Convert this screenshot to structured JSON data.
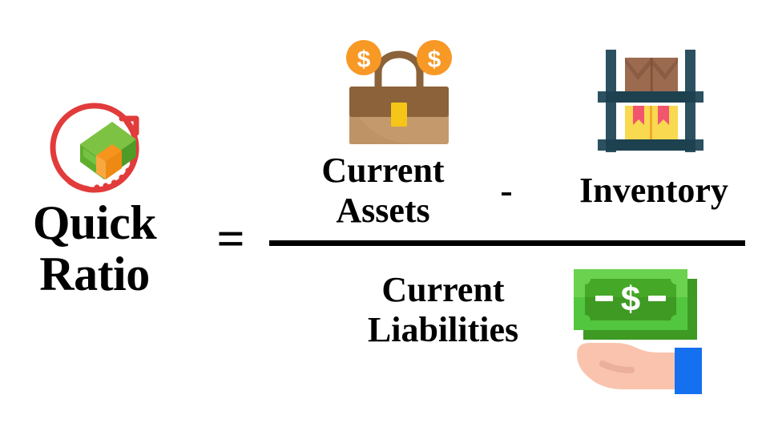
{
  "formula": {
    "name": "Quick Ratio",
    "left_label_lines": [
      "Quick",
      "Ratio"
    ],
    "equals": "=",
    "minus": "-",
    "numerator": {
      "term_one_lines": [
        "Current",
        "Assets"
      ],
      "operator": "-",
      "term_two": "Inventory"
    },
    "denominator": {
      "lines": [
        "Current",
        "Liabilities"
      ]
    }
  },
  "icons": {
    "money_roll": {
      "name": "money-roll-icon",
      "arrow_color": "#E23B3B",
      "bill_light": "#7DC242",
      "bill_mid": "#64B12F",
      "bill_dark": "#4E9B26",
      "band_color": "#F7941E"
    },
    "briefcase": {
      "name": "briefcase-with-coins-icon",
      "coin_color": "#F7941E",
      "coin_symbol": "$",
      "case_top": "#8B6239",
      "case_bottom": "#C49A6C",
      "clasp_color": "#F5C518",
      "handle_color": "#8B6239"
    },
    "inventory_shelf": {
      "name": "inventory-shelf-icon",
      "frame_color": "#2B5160",
      "frame_dark": "#1E4150",
      "top_box_color": "#9C6B4F",
      "top_box_dark": "#8A5C43",
      "bottom_box_color": "#F8D94F",
      "bottom_box_seam": "#F0A830",
      "ribbon_color": "#F2556E"
    },
    "cash_in_hand": {
      "name": "cash-in-hand-icon",
      "bill_back": "#53C658",
      "bill_front_light": "#6BD24F",
      "bill_front_dark": "#3E9A23",
      "bill_symbol": "$",
      "hand_color": "#F9C3AE",
      "hand_shade": "#EBAF9C",
      "sleeve_color": "#1570EF"
    }
  },
  "colors": {
    "background": "#FFFFFF",
    "text": "#000000",
    "rule": "#000000"
  }
}
